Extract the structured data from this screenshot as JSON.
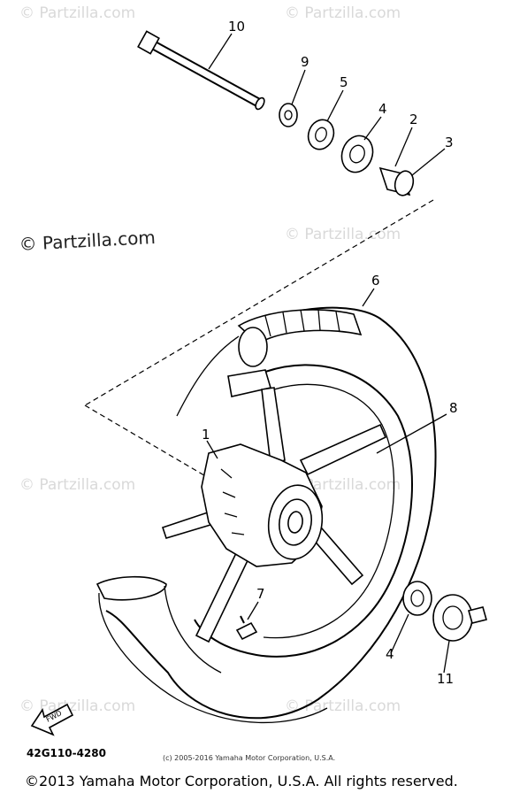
{
  "watermark": {
    "text": "© Partzilla.com",
    "prominent_text": "© Partzilla.com"
  },
  "callouts": {
    "p1": "1",
    "p2": "2",
    "p3": "3",
    "p4a": "4",
    "p4b": "4",
    "p5": "5",
    "p6": "6",
    "p7": "7",
    "p8": "8",
    "p9": "9",
    "p10": "10",
    "p11": "11"
  },
  "fwd_label": "FWD",
  "diagram_code": "42G110-4280",
  "small_copyright": "(c) 2005-2016 Yamaha Motor Corporation, U.S.A.",
  "footer_copyright": "©2013 Yamaha Motor Corporation, U.S.A. All rights reserved."
}
